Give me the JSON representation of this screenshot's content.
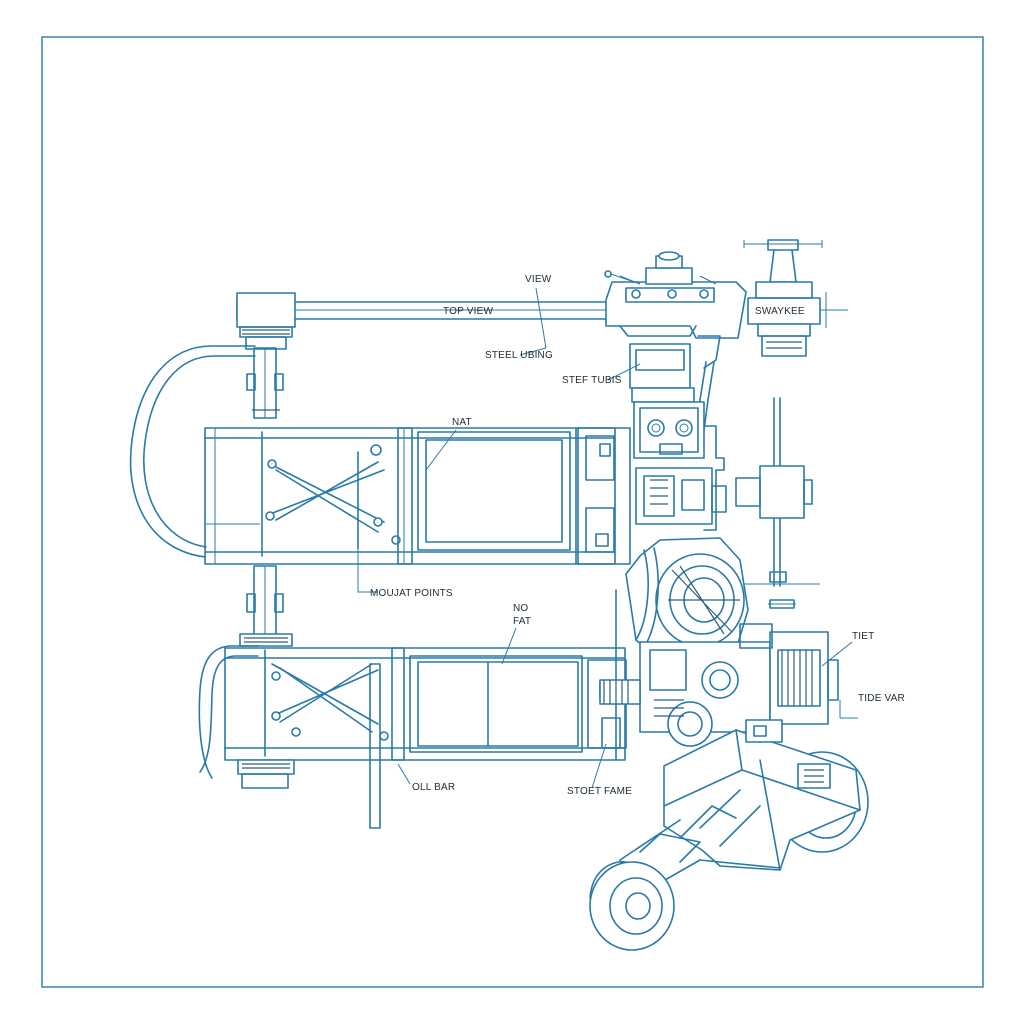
{
  "labels": {
    "top_view": "TOP VIEW",
    "view": "VIEW",
    "steel_ubing": "STEEL UBING",
    "ster_tubis": "STEF TUBIS",
    "swaykee": "SWAYKEE",
    "nat": "NAT",
    "mounting_points": "MOUJAT POINTS",
    "no_fat_1": "NO",
    "no_fat_2": "FAT",
    "oil_bar": "OLL BAR",
    "stoet_frame": "STOET FAME",
    "tilt": "TIET",
    "tide_var": "TIDE VAR"
  },
  "colors": {
    "line": "#2a7aa8",
    "text": "#1d2b36",
    "background": "#ffffff"
  }
}
